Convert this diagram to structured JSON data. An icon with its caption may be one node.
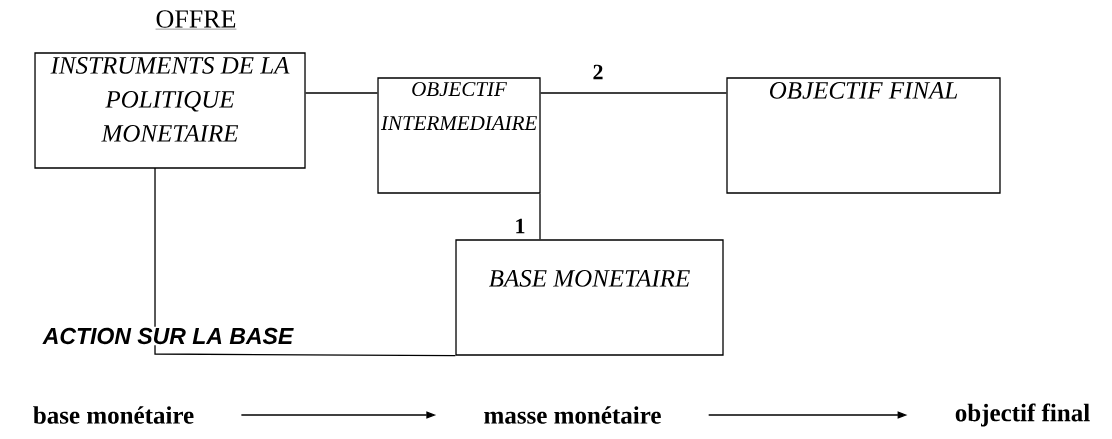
{
  "diagram": {
    "title": "OFFRE",
    "nodes": [
      {
        "text": [
          "INSTRUMENTS DE LA POLITIQUE MONETAIRE"
        ]
      },
      {
        "text": [
          "OBJECTIF INTERMEDIAIRE"
        ]
      },
      {
        "text": [
          "OBJECTIF FINAL"
        ]
      },
      {
        "text": [
          "BASE MONETAIRE"
        ]
      },
      {
        "text": [
          "base monétaire"
        ]
      },
      {
        "text": [
          "masse monétaire"
        ]
      },
      {
        "text": [
          "objectif final"
        ]
      }
    ],
    "edges": [
      {
        "from": 0,
        "to": 1,
        "arrow": "none"
      },
      {
        "from": 1,
        "to": 2,
        "arrow": "none",
        "label": "2"
      },
      {
        "from": 1,
        "to": 3,
        "arrow": "none",
        "label": "1"
      },
      {
        "from": 0,
        "to": 3,
        "arrow": "none",
        "label": "ACTION SUR LA BASE"
      },
      {
        "from": 4,
        "to": 5,
        "arrow": "to"
      },
      {
        "from": 5,
        "to": 6,
        "arrow": "to"
      }
    ]
  }
}
